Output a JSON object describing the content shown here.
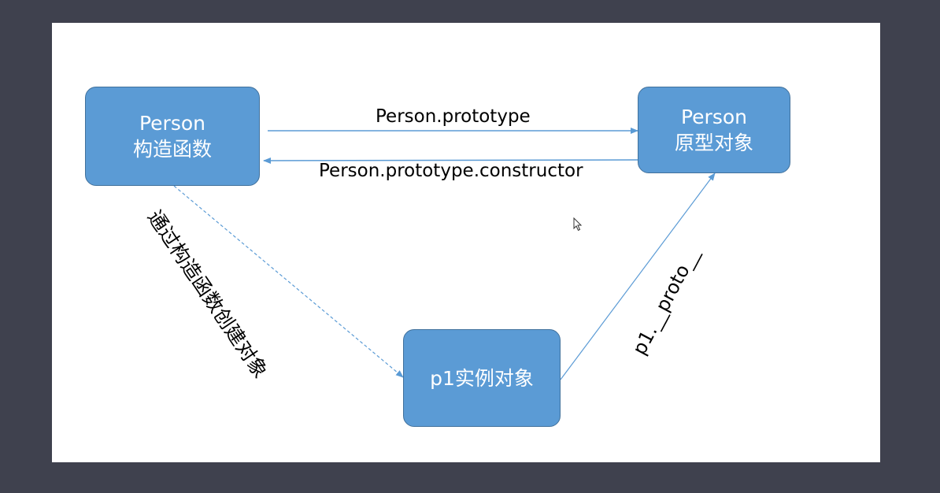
{
  "nodes": {
    "constructor": {
      "line1": "Person",
      "line2": "构造函数"
    },
    "prototype": {
      "line1": "Person",
      "line2": "原型对象"
    },
    "instance": {
      "line1": "p1实例对象"
    }
  },
  "edges": {
    "constructor_to_prototype": "Person.prototype",
    "prototype_to_constructor": "Person.prototype.constructor",
    "constructor_to_instance": "通过构造函数创建对象",
    "instance_to_prototype": "p1.__proto__"
  },
  "colors": {
    "background": "#3f414e",
    "node_fill": "#5b9bd5",
    "node_border": "#41719c",
    "arrow": "#5b9bd5"
  },
  "icons": {
    "cursor": "mouse-pointer-icon"
  }
}
